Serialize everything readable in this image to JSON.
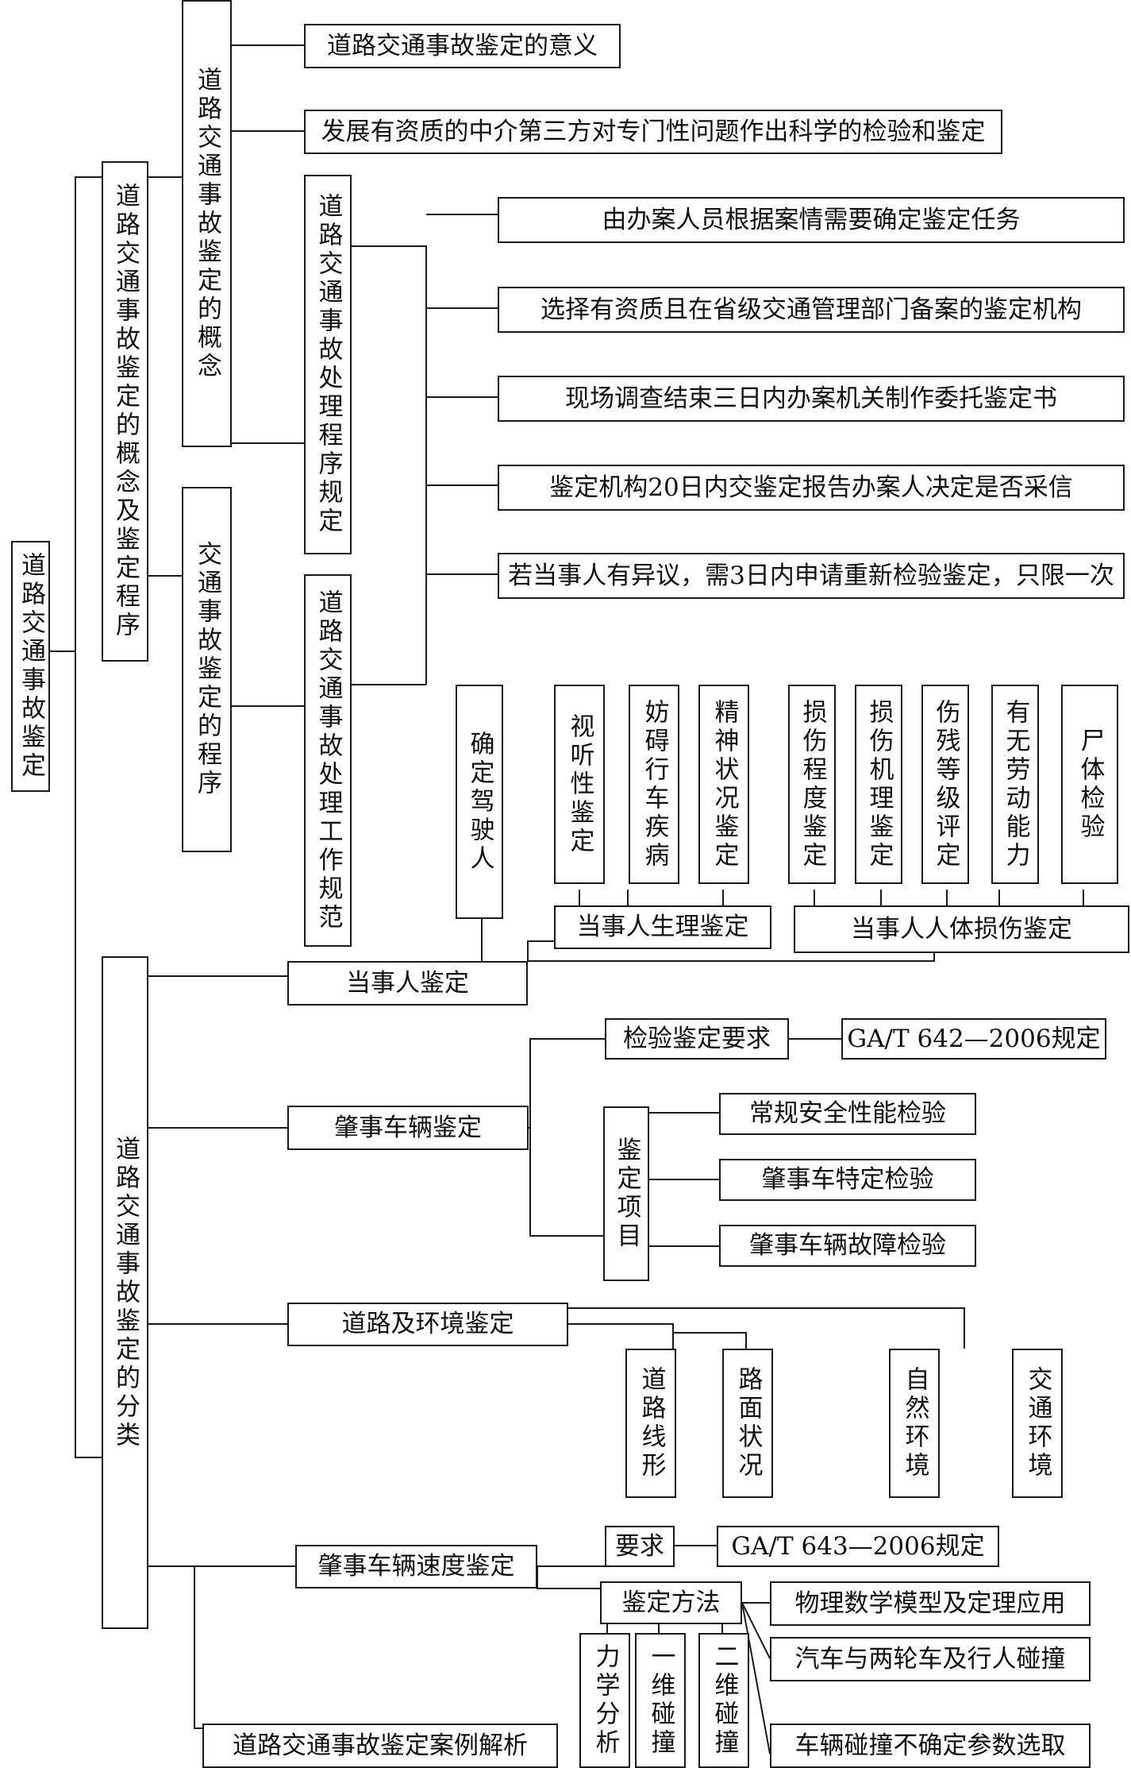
{
  "root": "道路交通事故鉴定",
  "branch_concept_program": "道路交通事故鉴定的概念及鉴定程序",
  "branch_classification": "道路交通事故鉴定的分类",
  "concept": {
    "title": "道路交通事故鉴定的概念",
    "items": [
      "道路交通事故鉴定的意义",
      "发展有资质的中介第三方对专门性问题作出科学的检验和鉴定"
    ]
  },
  "program": {
    "title": "交通事故鉴定的程序",
    "procedure_rules": "道路交通事故处理程序规定",
    "work_standards": "道路交通事故处理工作规范",
    "steps": [
      "由办案人员根据案情需要确定鉴定任务",
      "选择有资质且在省级交通管理部门备案的鉴定机构",
      "现场调查结束三日内办案机关制作委托鉴定书",
      "鉴定机构20日内交鉴定报告办案人决定是否采信",
      "若当事人有异议，需3日内申请重新检验鉴定，只限一次"
    ]
  },
  "party": {
    "title": "当事人鉴定",
    "confirm_driver": "确定驾驶人",
    "physiological": {
      "title": "当事人生理鉴定",
      "items": [
        "视听性鉴定",
        "妨碍行车疾病",
        "精神状况鉴定"
      ]
    },
    "injury": {
      "title": "当事人人体损伤鉴定",
      "items": [
        "损伤程度鉴定",
        "损伤机理鉴定",
        "伤残等级评定",
        "有无劳动能力",
        "尸体检验"
      ]
    }
  },
  "vehicle": {
    "title": "肇事车辆鉴定",
    "requirement": "检验鉴定要求",
    "standard": "GA/T 642—2006规定",
    "items_title": "鉴定项目",
    "items": [
      "常规安全性能检验",
      "肇事车特定检验",
      "肇事车辆故障检验"
    ]
  },
  "road": {
    "title": "道路及环境鉴定",
    "items": [
      "道路线形",
      "路面状况",
      "自然环境",
      "交通环境"
    ]
  },
  "speed": {
    "title": "肇事车辆速度鉴定",
    "requirement": "要求",
    "standard": "GA/T 643—2006规定",
    "method_title": "鉴定方法",
    "methods_vertical": [
      "力学分析",
      "一维碰撞",
      "二维碰撞"
    ],
    "methods": [
      "物理数学模型及定理应用",
      "汽车与两轮车及行人碰撞",
      "车辆碰撞不确定参数选取"
    ]
  },
  "case_analysis": "道路交通事故鉴定案例解析"
}
